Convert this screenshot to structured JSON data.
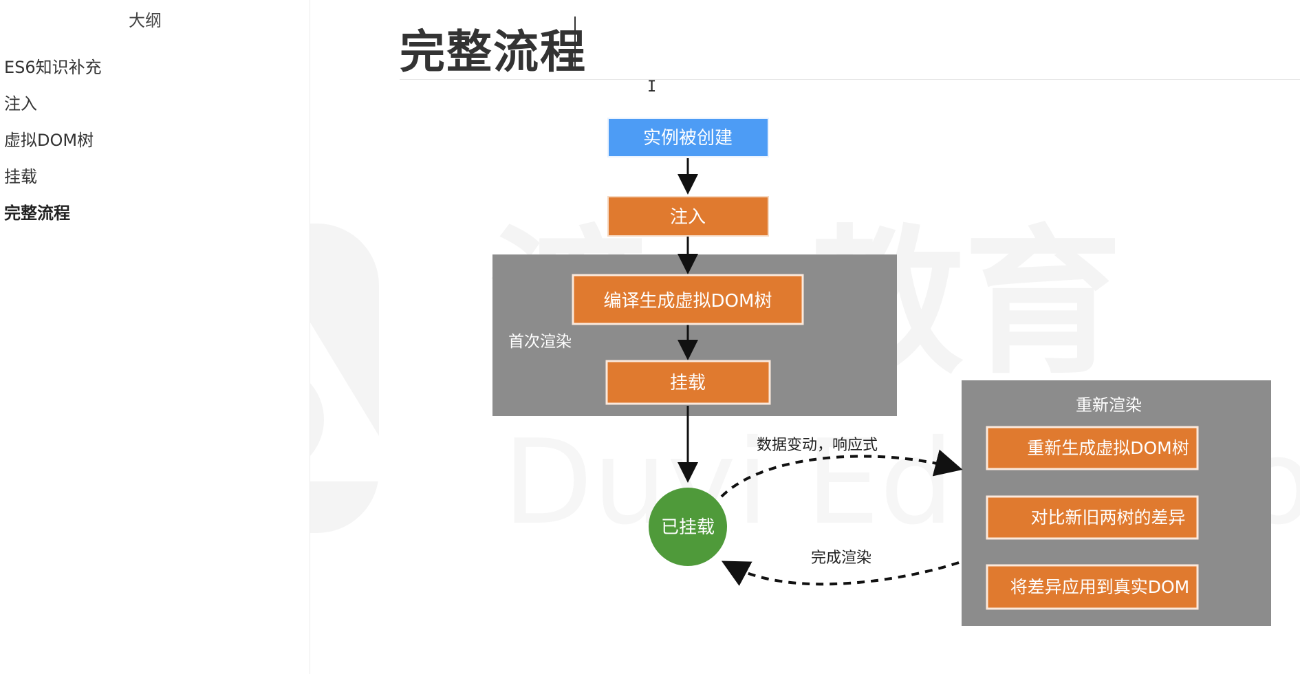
{
  "sidebar": {
    "title": "大纲",
    "items": [
      {
        "label": "ES6知识补充"
      },
      {
        "label": "注入"
      },
      {
        "label": "虚拟DOM树"
      },
      {
        "label": "挂载"
      },
      {
        "label": "完整流程",
        "active": true
      }
    ]
  },
  "document": {
    "title": "完整流程"
  },
  "diagram": {
    "nodes": {
      "instance_created": "实例被创建",
      "inject": "注入",
      "compile_vdom": "编译生成虚拟DOM树",
      "mount": "挂载",
      "mounted": "已挂载",
      "regen_vdom": "重新生成虚拟DOM树",
      "diff_trees": "对比新旧两树的差异",
      "apply_diff": "将差异应用到真实DOM"
    },
    "groups": {
      "first_render": "首次渲染",
      "rerender": "重新渲染"
    },
    "edges": {
      "data_change": "数据变动，响应式",
      "render_done": "完成渲染"
    }
  },
  "watermark": {
    "text_cn": "渡一教育",
    "text_en": "Duyi Education"
  },
  "colors": {
    "blue_node": "#4d9cf5",
    "orange_node": "#e07a2f",
    "gray_group": "#8c8c8c",
    "green_node": "#4f9a3a",
    "arrow": "#111111",
    "watermark": "#f4f4f4"
  }
}
